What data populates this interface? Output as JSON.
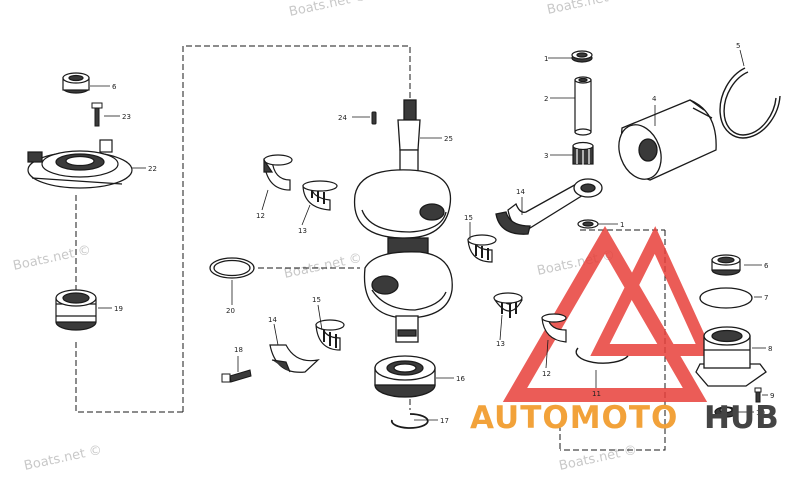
{
  "watermarks": [
    "Boats.net ©",
    "Boats.net ©",
    "Boats.net ©",
    "Boats.net ©",
    "Boats.net ©",
    "Boats.net ©",
    "Boats.net ©"
  ],
  "logo": {
    "text_a": "AUTOMOTO",
    "text_b": "HUB",
    "color_main": "#f2a23a",
    "color_tri": "#e8403a",
    "color_hub": "#444444"
  },
  "callouts": [
    "1",
    "2",
    "3",
    "4",
    "5",
    "6",
    "23",
    "22",
    "24",
    "25",
    "12",
    "13",
    "14",
    "15",
    "1",
    "20",
    "19",
    "15",
    "14",
    "18",
    "13",
    "12",
    "11",
    "16",
    "17",
    "6",
    "7",
    "8",
    "9",
    "10"
  ],
  "colors": {
    "line": "#1a1a1a",
    "fill": "#ffffff",
    "shade": "#3a3a3a"
  }
}
